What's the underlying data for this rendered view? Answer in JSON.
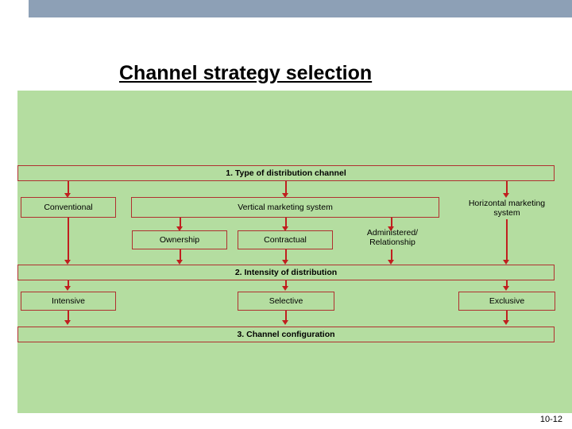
{
  "slide": {
    "title": "Channel strategy selection",
    "page_number": "10-12"
  },
  "diagram": {
    "type": "flow",
    "bars": [
      {
        "id": "bar1",
        "label": "1. Type of distribution channel"
      },
      {
        "id": "bar2",
        "label": "2. Intensity of distribution"
      },
      {
        "id": "bar3",
        "label": "3. Channel configuration"
      }
    ],
    "row1": [
      {
        "id": "conventional",
        "label": "Conventional"
      },
      {
        "id": "vertical",
        "label": "Vertical marketing system"
      },
      {
        "id": "horizontal",
        "label": "Horizontal marketing system"
      }
    ],
    "row2": [
      {
        "id": "ownership",
        "label": "Ownership"
      },
      {
        "id": "contractual",
        "label": "Contractual"
      },
      {
        "id": "administered",
        "label": "Administered/ Relationship"
      }
    ],
    "row3": [
      {
        "id": "intensive",
        "label": "Intensive"
      },
      {
        "id": "selective",
        "label": "Selective"
      },
      {
        "id": "exclusive",
        "label": "Exclusive"
      }
    ]
  },
  "colors": {
    "body_green": "#b4dda0",
    "top_bar_blue": "#8da0b6",
    "connector_red": "#c01f1f",
    "box_border": "#b03030"
  }
}
